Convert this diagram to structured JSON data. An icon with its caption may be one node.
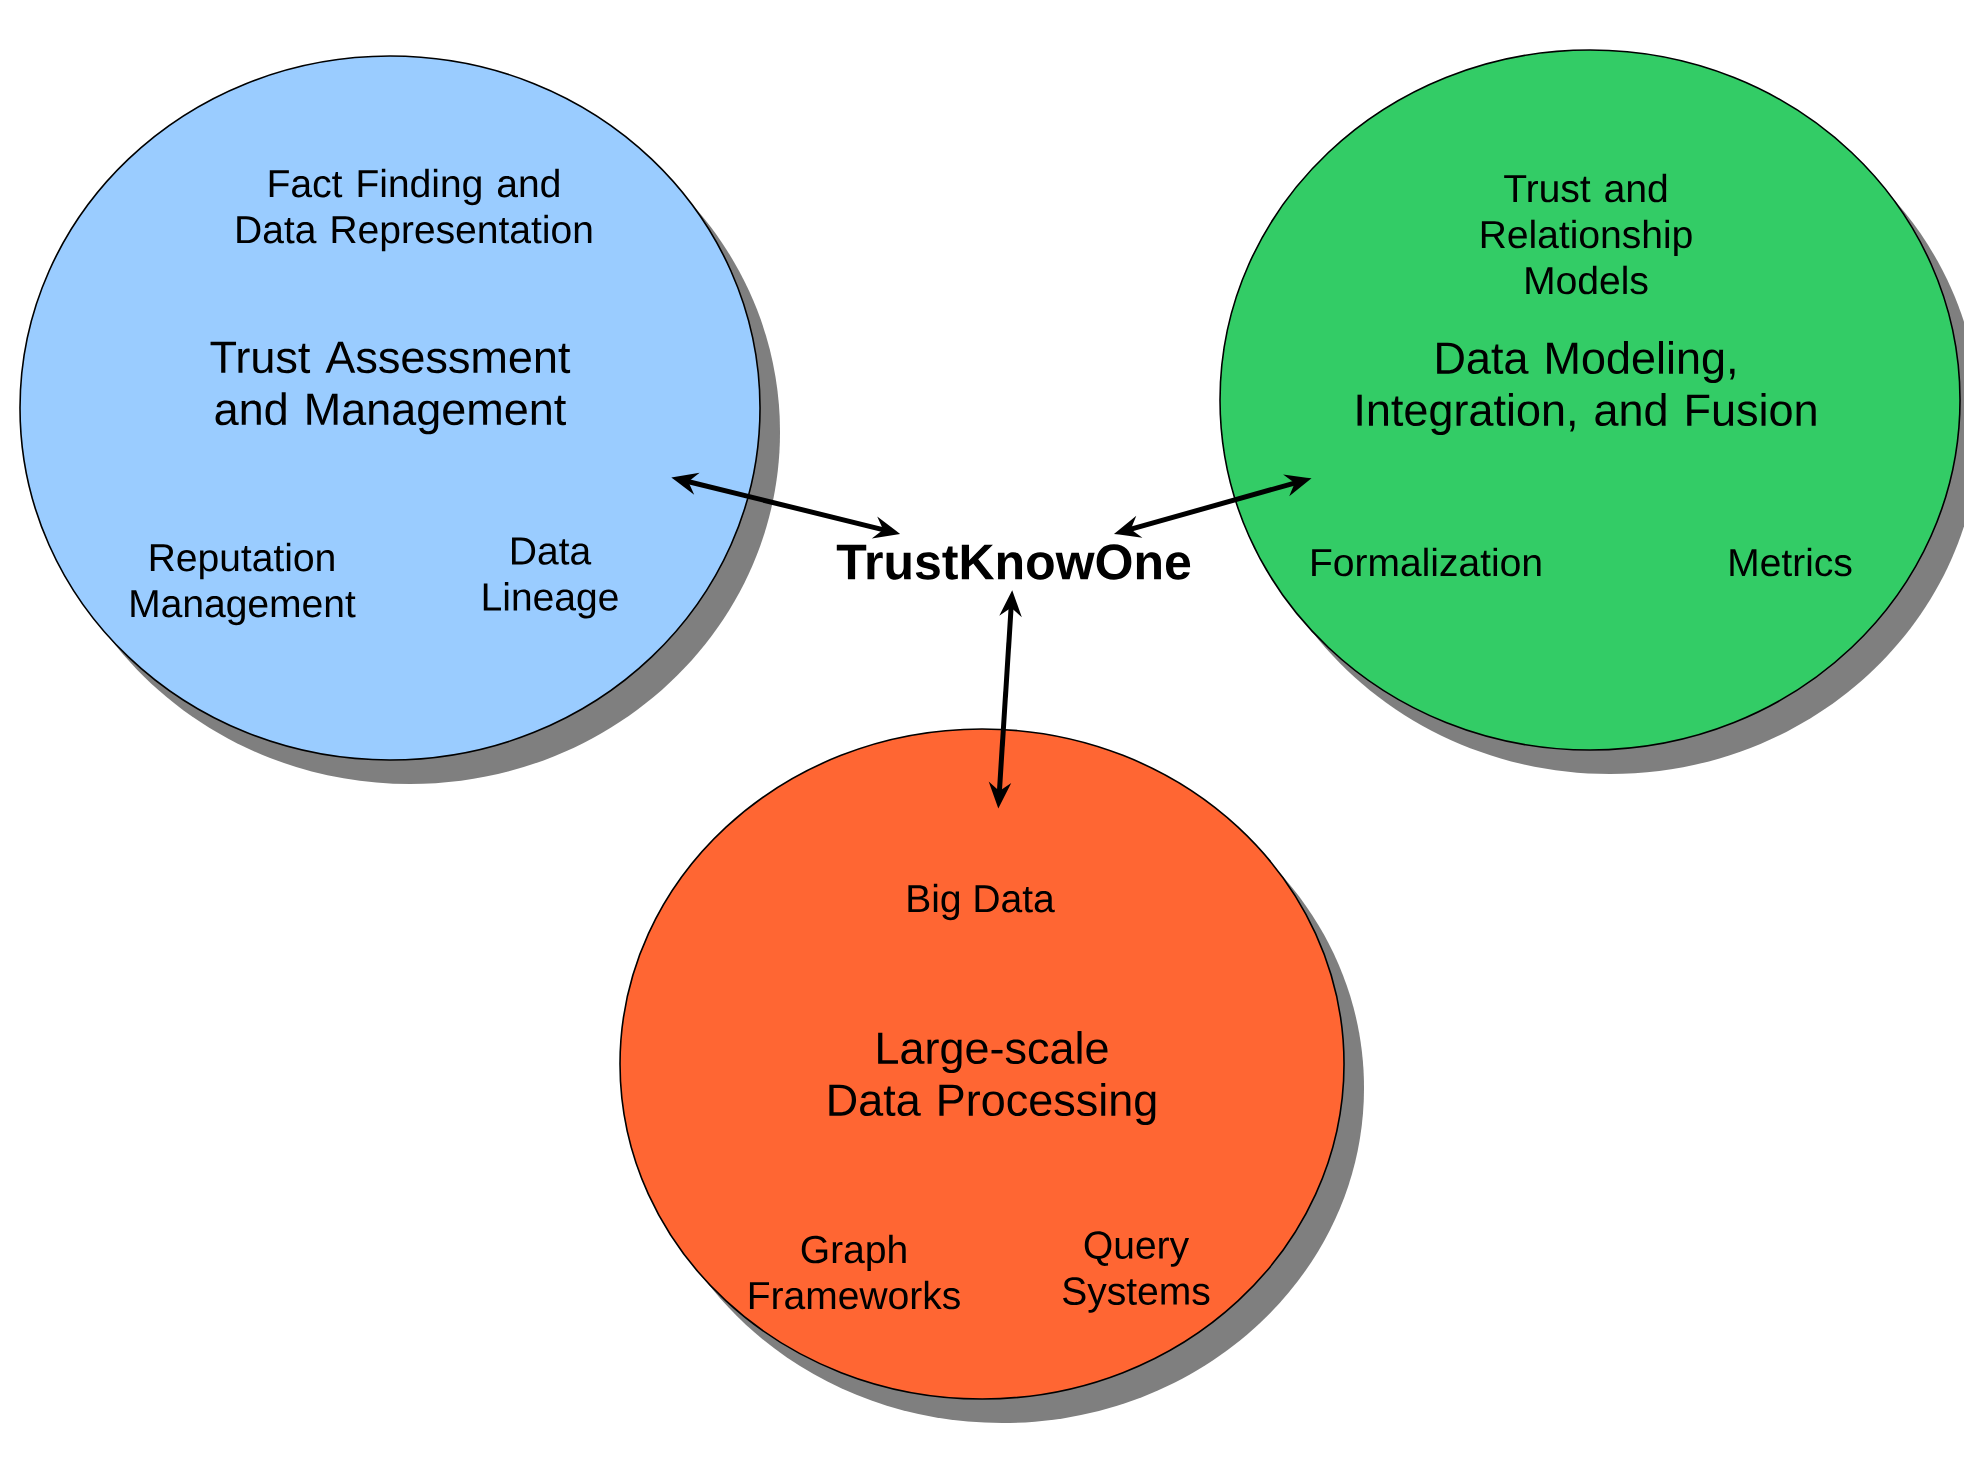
{
  "diagram": {
    "nodes": [
      {
        "text": [
          "Fact Finding and Data Representation",
          "Trust Assessment and Management",
          "Reputation Management",
          "Data Lineage"
        ]
      },
      {
        "text": [
          "Trust and Relationship Models",
          "Data Modeling, Integration, and Fusion",
          "Formalization",
          "Metrics"
        ]
      },
      {
        "text": [
          "TrustKnowOne"
        ]
      },
      {
        "text": [
          "Big Data",
          "Large-scale Data Processing",
          "Graph Frameworks",
          "Query Systems"
        ]
      }
    ],
    "edges": [
      {
        "from": 0,
        "to": 2,
        "arrow": "both"
      },
      {
        "from": 1,
        "to": 2,
        "arrow": "both"
      },
      {
        "from": 3,
        "to": 2,
        "arrow": "both"
      }
    ]
  }
}
